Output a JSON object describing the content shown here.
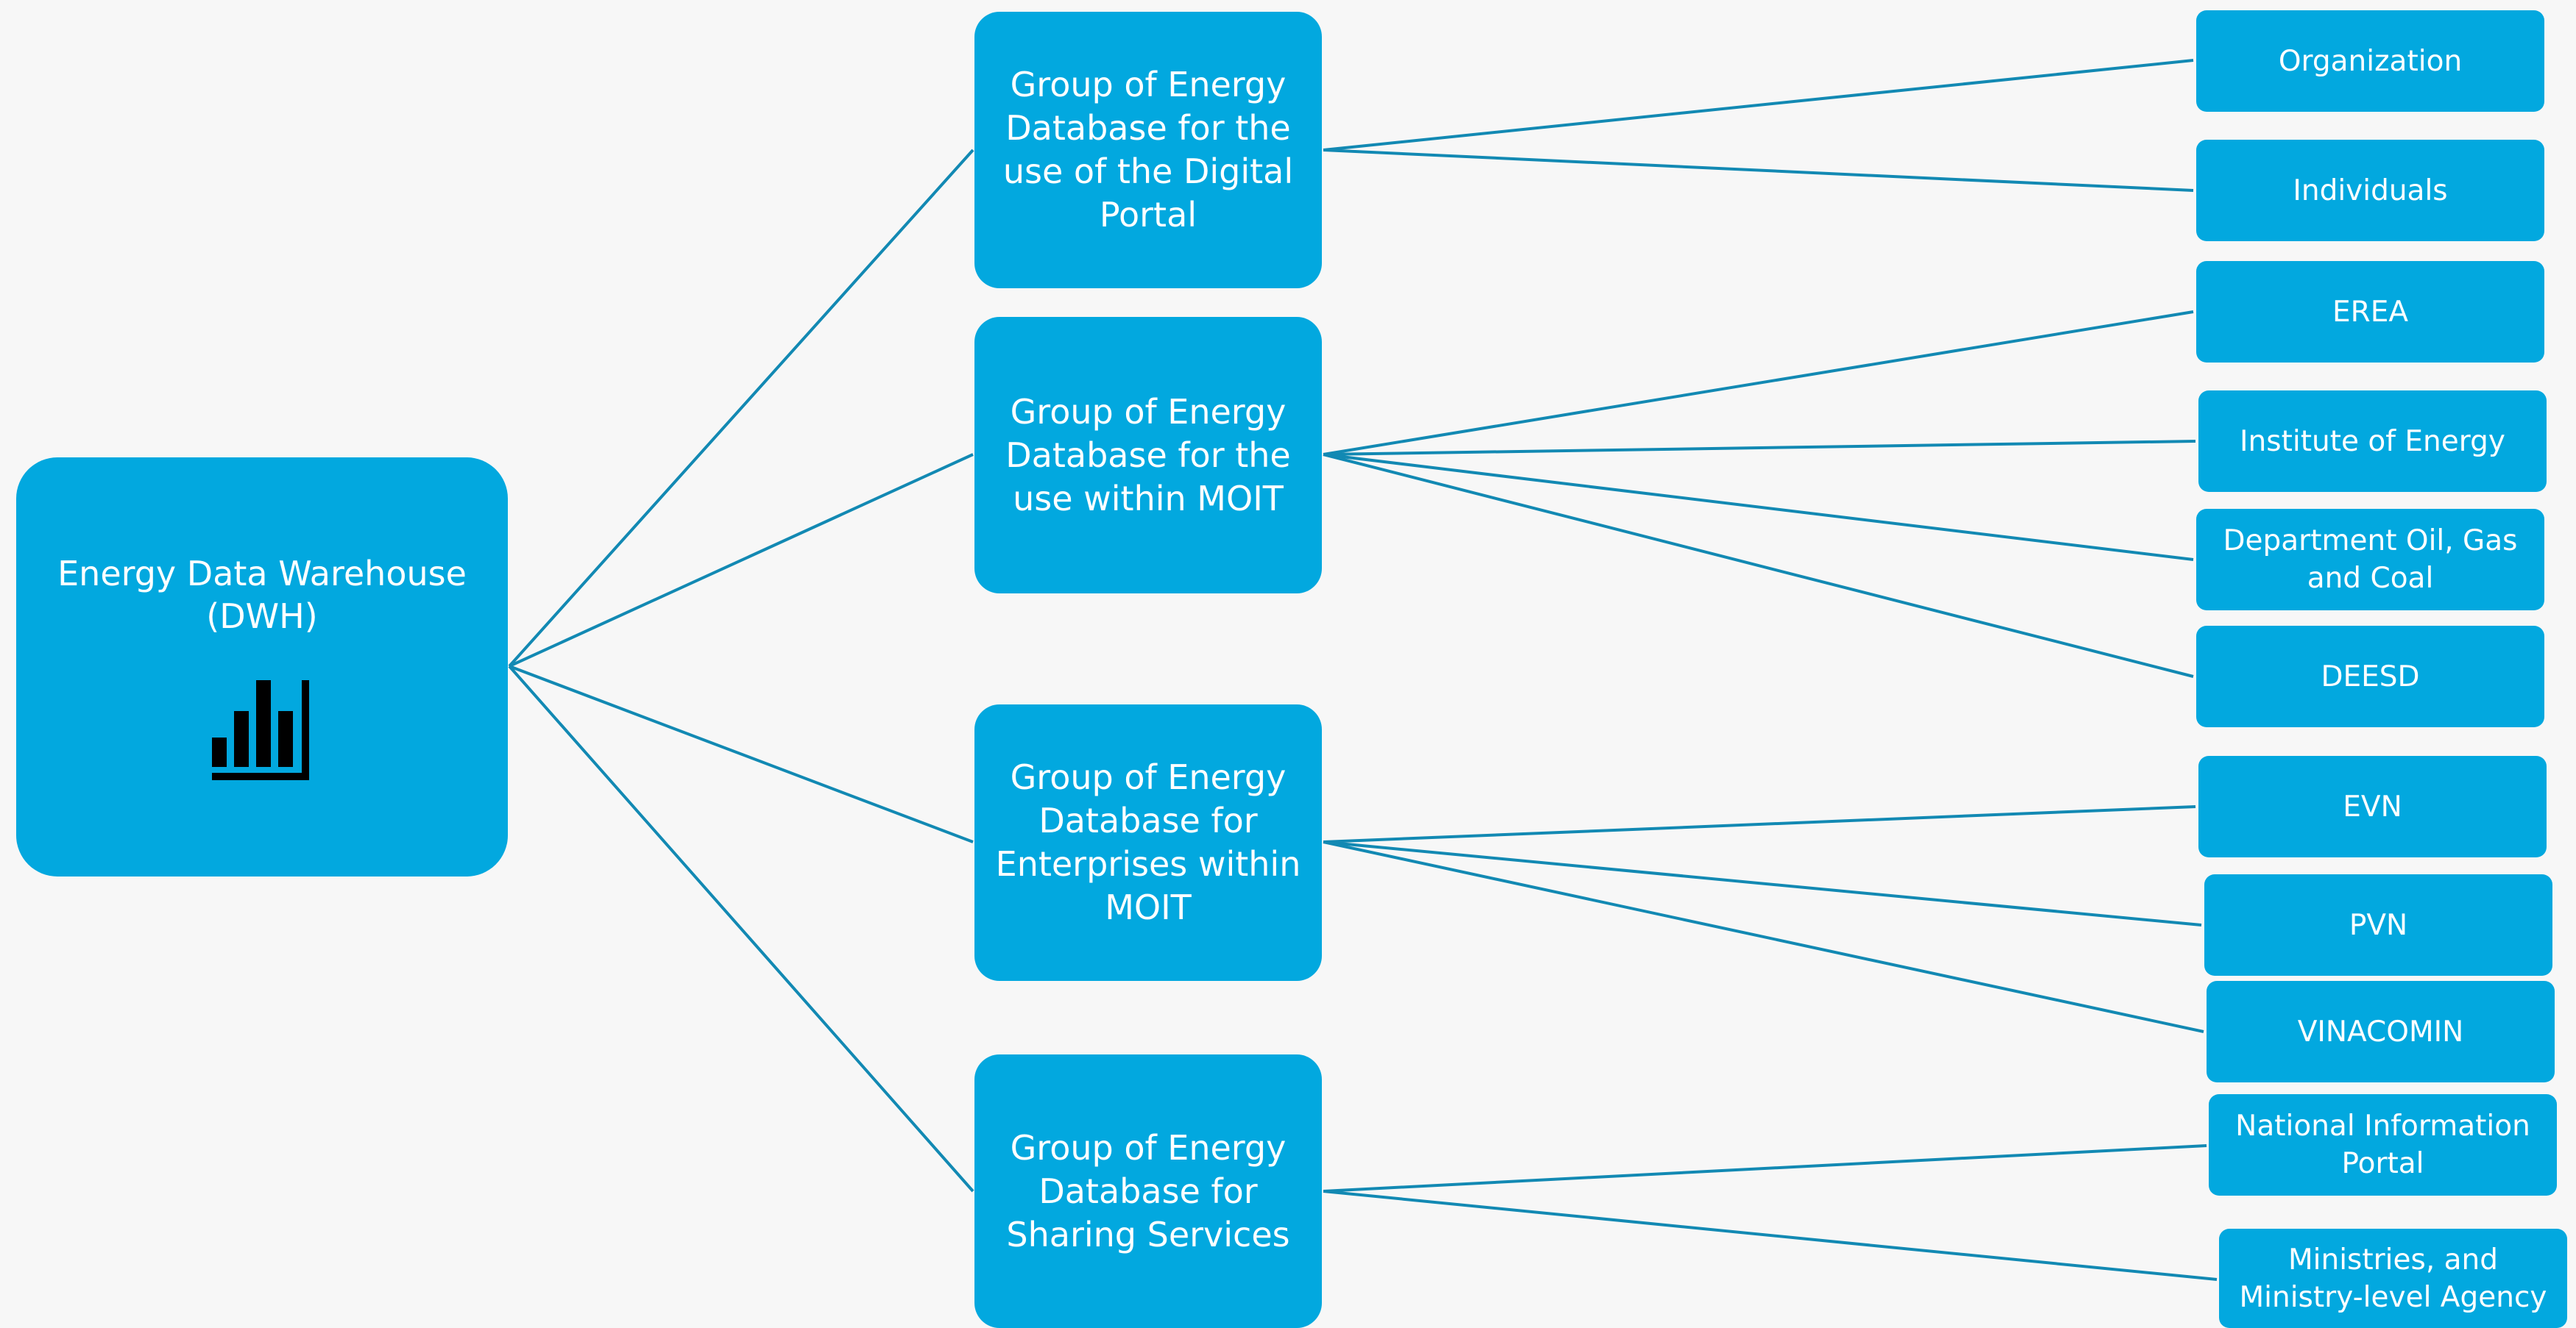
{
  "diagram": {
    "root": {
      "title": "Energy Data Warehouse\n(DWH)",
      "icon": "bar-chart-icon"
    },
    "groups": [
      {
        "id": "portal",
        "label": "Group of Energy\nDatabase for the\nuse of the Digital\nPortal",
        "children": [
          "Organization",
          "Individuals"
        ]
      },
      {
        "id": "moit",
        "label": "Group of Energy\nDatabase for the\nuse within MOIT",
        "children": [
          "EREA",
          "Institute of Energy",
          "Department Oil, Gas\nand Coal",
          "DEESD"
        ]
      },
      {
        "id": "enterprises",
        "label": "Group of Energy\nDatabase for\nEnterprises within\nMOIT",
        "children": [
          "EVN",
          "PVN",
          "VINACOMIN"
        ]
      },
      {
        "id": "sharing",
        "label": "Group of Energy\nDatabase for\nSharing Services",
        "children": [
          "National Information\nPortal",
          "Ministries, and\nMinistry-level Agency"
        ]
      }
    ],
    "colors": {
      "background": "#f7f7f7",
      "box_fill": "#02a8df",
      "connector": "#1289b3",
      "text": "#ffffff",
      "icon": "#000000"
    }
  }
}
